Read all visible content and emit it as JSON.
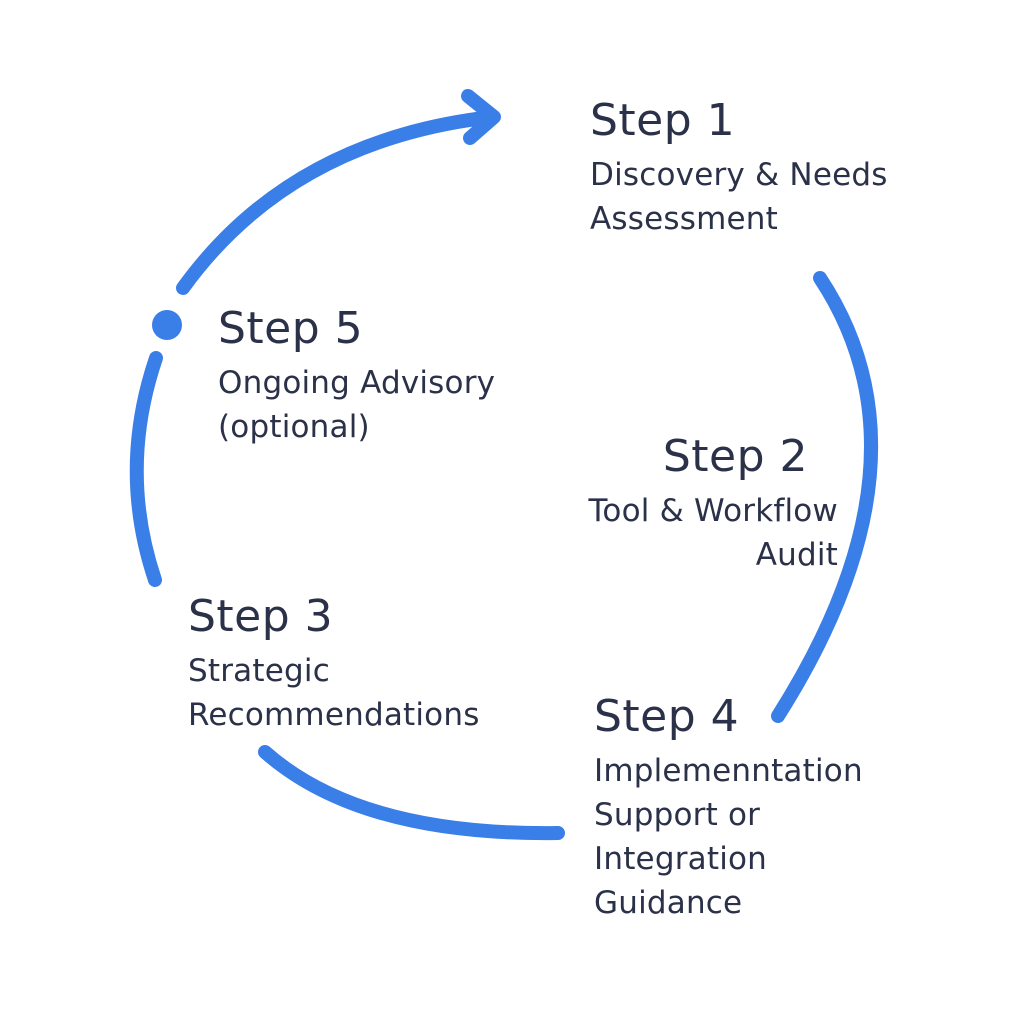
{
  "diagram": {
    "accent_color": "#3a7ee8",
    "text_color": "#2a3148",
    "arrow_icon": "arrow-head-right",
    "steps": [
      {
        "title": "Step 1",
        "description": "Discovery & Needs\nAssessment"
      },
      {
        "title": "Step 2",
        "description": "Tool & Workflow\nAudit"
      },
      {
        "title": "Step 3",
        "description": "Strategic\nRecommendations"
      },
      {
        "title": "Step 4",
        "description": "Implemenntation\nSupport or\nIntegration\nGuidance"
      },
      {
        "title": "Step 5",
        "description": "Ongoing Advisory\n(optional)"
      }
    ]
  }
}
